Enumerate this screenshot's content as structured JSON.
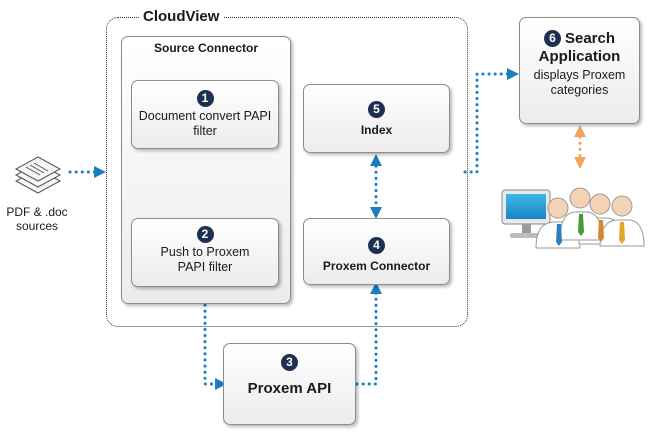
{
  "cloudview": {
    "title": "CloudView"
  },
  "source_connector": {
    "title": "Source Connector"
  },
  "steps": [
    {
      "number": "1",
      "label": "Document convert PAPI filter"
    },
    {
      "number": "2",
      "label": "Push to Proxem PAPI filter"
    },
    {
      "number": "3",
      "label": "Proxem API"
    },
    {
      "number": "4",
      "label": "Proxem Connector"
    },
    {
      "number": "5",
      "label": "Index"
    },
    {
      "number": "6",
      "title": "Search Application",
      "label": "displays Proxem categories"
    }
  ],
  "sources": {
    "label": "PDF & .doc sources"
  },
  "icons": [
    "documents-icon",
    "users-at-computer-icon"
  ],
  "colors": {
    "connector_blue": "#1a7fc0",
    "connector_orange": "#f3a35a",
    "badge": "#1c3150"
  }
}
